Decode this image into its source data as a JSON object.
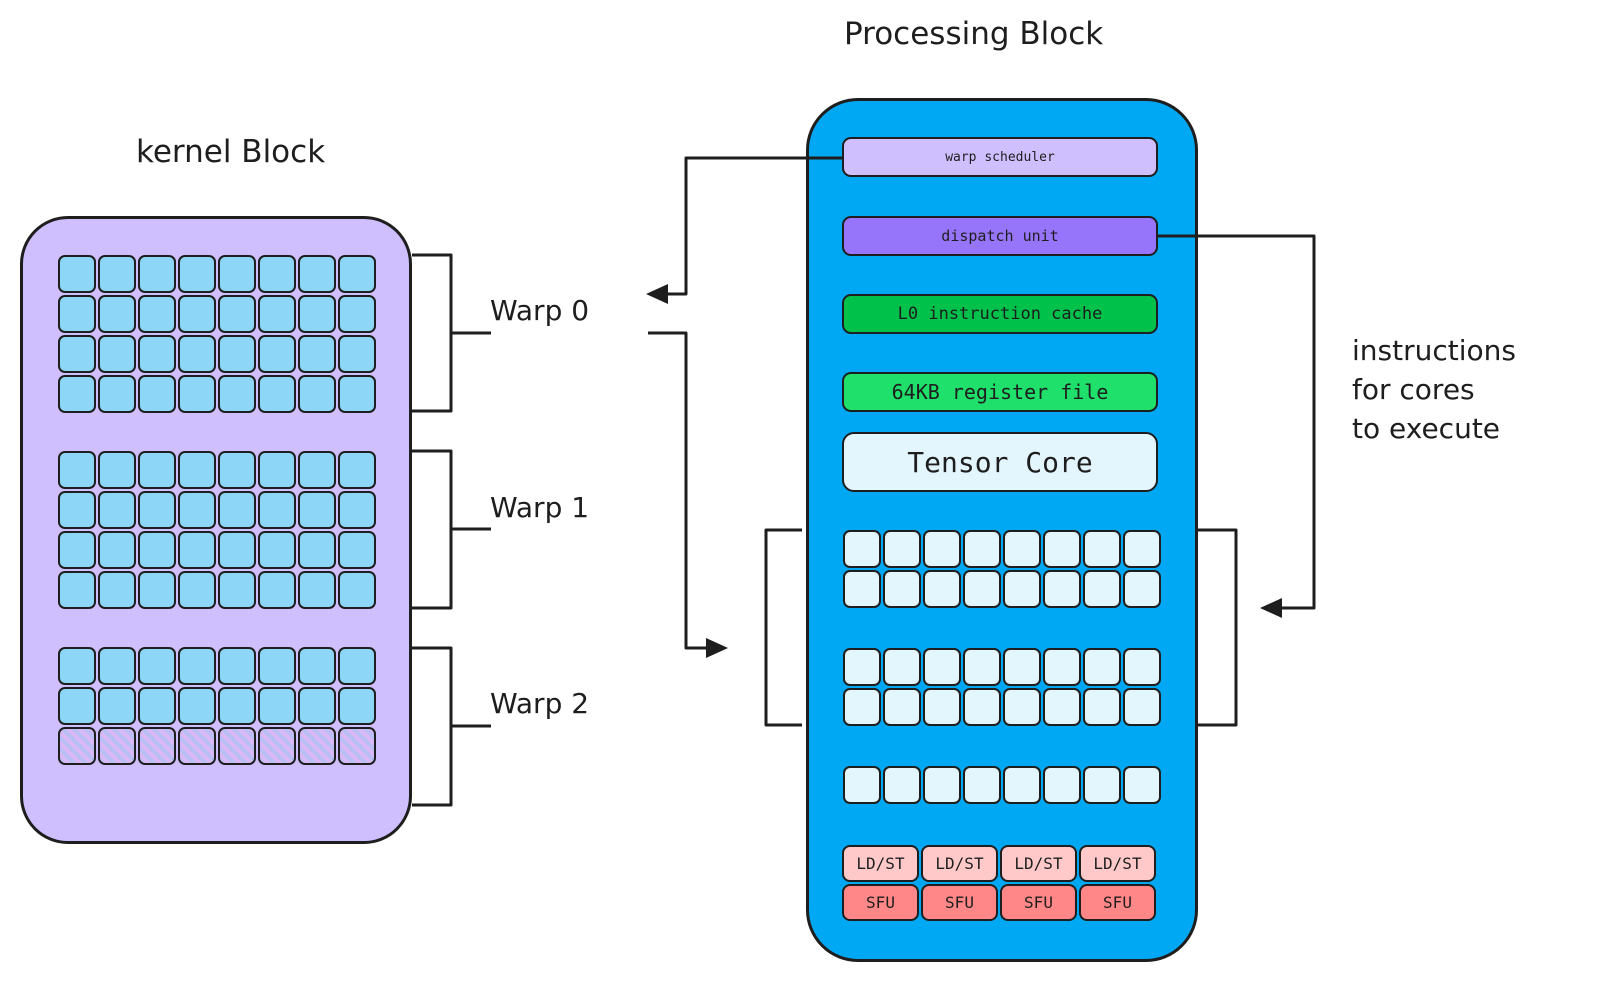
{
  "kernel": {
    "title": "kernel Block",
    "warps": [
      {
        "label": "Warp 0",
        "rows": 4,
        "active_rows": 4
      },
      {
        "label": "Warp 1",
        "rows": 4,
        "active_rows": 4
      },
      {
        "label": "Warp 2",
        "rows": 3,
        "active_rows": 2
      }
    ]
  },
  "processing": {
    "title": "Processing Block",
    "components": {
      "warp_scheduler": "warp scheduler",
      "dispatch_unit": "dispatch unit",
      "l0_cache": "L0 instruction cache",
      "register_file": "64KB register file",
      "tensor_core": "Tensor Core"
    },
    "core_groups": [
      2,
      2,
      1
    ],
    "units": [
      {
        "top": "LD/ST",
        "bottom": "SFU"
      },
      {
        "top": "LD/ST",
        "bottom": "SFU"
      },
      {
        "top": "LD/ST",
        "bottom": "SFU"
      },
      {
        "top": "LD/ST",
        "bottom": "SFU"
      }
    ]
  },
  "annotation": {
    "lines": [
      "instructions",
      "for cores",
      "to execute"
    ]
  },
  "colors": {
    "kernel_bg": "#d0bfff",
    "thread_cell": "#8dd6f7",
    "processing_bg": "#00a8f3",
    "warp_scheduler": "#d0bfff",
    "dispatch_unit": "#9775fa",
    "l0_cache": "#00c14a",
    "register_file": "#1ee06a",
    "tensor_core": "#e3f6fe",
    "ldst": "#ffc9c9",
    "sfu": "#ff8787"
  }
}
